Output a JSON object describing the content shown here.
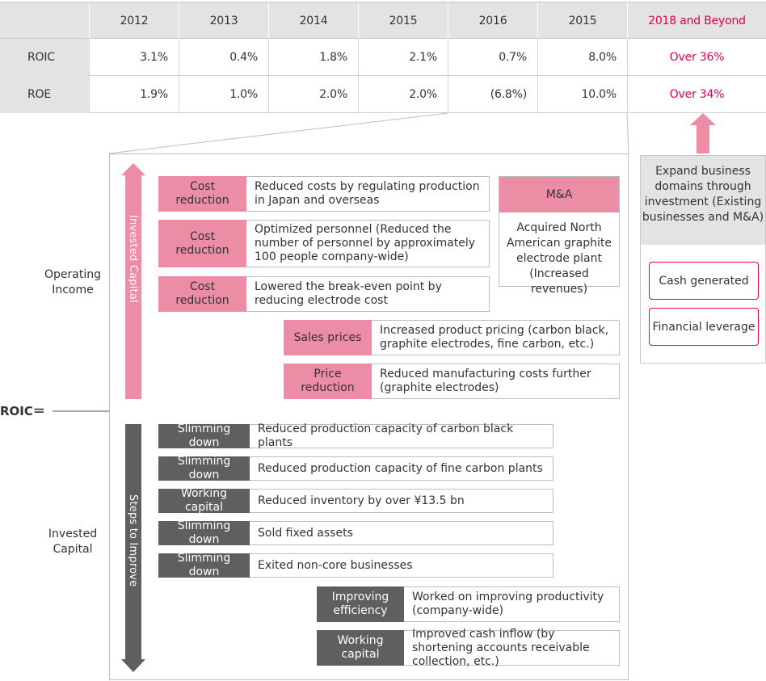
{
  "table": {
    "headers": [
      "",
      "2012",
      "2013",
      "2014",
      "2015",
      "2016",
      "2015",
      "2018 and Beyond"
    ],
    "rows": [
      {
        "label": "ROIC",
        "values": [
          "3.1%",
          "0.4%",
          "1.8%",
          "2.1%",
          "0.7%",
          "8.0%",
          "Over 36%"
        ]
      },
      {
        "label": "ROE",
        "values": [
          "1.9%",
          "1.0%",
          "2.0%",
          "2.0%",
          "(6.8%)",
          "10.0%",
          "Over 34%"
        ]
      }
    ]
  },
  "roic_label": "ROIC＝",
  "side_labels": {
    "operating_income": "Operating\nIncome",
    "invested_capital": "Invested\nCapital"
  },
  "arrows": {
    "up_label": "Invested Capital",
    "down_label": "Steps to Improve"
  },
  "income_items": [
    {
      "tag": "Cost reduction",
      "desc": "Reduced costs by regulating production in Japan and overseas"
    },
    {
      "tag": "Cost reduction",
      "desc": "Optimized personnel (Reduced the number of personnel by approximately 100 people company-wide)"
    },
    {
      "tag": "Cost reduction",
      "desc": "Lowered the break-even point by reducing electrode cost"
    },
    {
      "tag": "Sales prices",
      "desc": "Increased product pricing (carbon black, graphite electrodes, fine carbon, etc.)"
    },
    {
      "tag": "Price reduction",
      "desc": "Reduced manufacturing costs further (graphite electrodes)"
    }
  ],
  "ma": {
    "title": "M&A",
    "body": "Acquired North American graphite electrode plant (Increased revenues)"
  },
  "capital_items": [
    {
      "tag": "Slimming down",
      "desc": "Reduced production capacity of carbon black plants"
    },
    {
      "tag": "Slimming down",
      "desc": "Reduced production capacity of fine carbon plants"
    },
    {
      "tag": "Working capital",
      "desc": "Reduced inventory by over ¥13.5 bn"
    },
    {
      "tag": "Slimming down",
      "desc": "Sold fixed assets"
    },
    {
      "tag": "Slimming down",
      "desc": "Exited non-core businesses"
    },
    {
      "tag": "Improving efficiency",
      "desc": "Worked on improving productivity (company-wide)"
    },
    {
      "tag": "Working capital",
      "desc": "Improved cash inflow (by shortening accounts  receivable collection, etc.)"
    }
  ],
  "right_panel": {
    "heading": "Expand business domains through investment (Existing businesses and M&A)",
    "pills": [
      "Cash generated",
      "Financial leverage"
    ]
  },
  "colors": {
    "accent_red": "#e0004c",
    "pink": "#ec8ca5",
    "dark_gray": "#5f5f5f",
    "header_gray": "#e3e3e3"
  }
}
